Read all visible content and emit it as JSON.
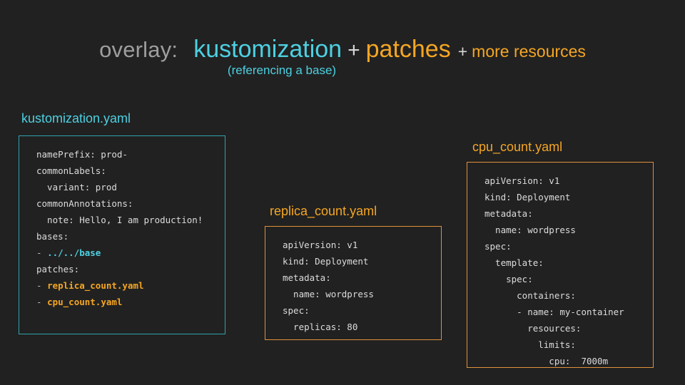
{
  "slide": {
    "background_color": "#212121",
    "accent_cyan": "#4dd0e1",
    "accent_orange": "#f5a623",
    "text_gray": "#9e9e9e",
    "code_text": "#dcdcdc"
  },
  "heading": {
    "label_overlay": "overlay:",
    "term_kustomization": "kustomization",
    "plus_1": "+",
    "term_patches": "patches",
    "plus_2": "+",
    "term_more_resources": "more resources",
    "subtitle": "(referencing a base)"
  },
  "cards": [
    {
      "id": "kustomization",
      "title": "kustomization.yaml",
      "title_color": "#4dd0e1",
      "border_color": "#2fa3ad",
      "lines": [
        [
          {
            "text": "namePrefix: prod-",
            "style": "plain"
          }
        ],
        [
          {
            "text": "commonLabels:",
            "style": "plain"
          }
        ],
        [
          {
            "text": "  variant: prod",
            "style": "plain"
          }
        ],
        [
          {
            "text": "commonAnnotations:",
            "style": "plain"
          }
        ],
        [
          {
            "text": "  note: Hello, I am production!",
            "style": "plain"
          }
        ],
        [
          {
            "text": "bases:",
            "style": "plain"
          }
        ],
        [
          {
            "text": "- ",
            "style": "dash"
          },
          {
            "text": "../../base",
            "style": "cyanref"
          }
        ],
        [
          {
            "text": "patches:",
            "style": "plain"
          }
        ],
        [
          {
            "text": "- ",
            "style": "dash"
          },
          {
            "text": "replica_count.yaml",
            "style": "orgref"
          }
        ],
        [
          {
            "text": "- ",
            "style": "dash"
          },
          {
            "text": "cpu_count.yaml",
            "style": "orgref"
          }
        ]
      ]
    },
    {
      "id": "replica",
      "title": "replica_count.yaml",
      "title_color": "#f5a623",
      "border_color": "#e0913a",
      "lines": [
        [
          {
            "text": "apiVersion: v1",
            "style": "plain"
          }
        ],
        [
          {
            "text": "kind: Deployment",
            "style": "plain"
          }
        ],
        [
          {
            "text": "metadata:",
            "style": "plain"
          }
        ],
        [
          {
            "text": "  name: wordpress",
            "style": "plain"
          }
        ],
        [
          {
            "text": "spec:",
            "style": "plain"
          }
        ],
        [
          {
            "text": "  replicas: 80",
            "style": "plain"
          }
        ]
      ]
    },
    {
      "id": "cpu",
      "title": "cpu_count.yaml",
      "title_color": "#f5a623",
      "border_color": "#e0913a",
      "lines": [
        [
          {
            "text": "apiVersion: v1",
            "style": "plain"
          }
        ],
        [
          {
            "text": "kind: Deployment",
            "style": "plain"
          }
        ],
        [
          {
            "text": "metadata:",
            "style": "plain"
          }
        ],
        [
          {
            "text": "  name: wordpress",
            "style": "plain"
          }
        ],
        [
          {
            "text": "spec:",
            "style": "plain"
          }
        ],
        [
          {
            "text": "  template:",
            "style": "plain"
          }
        ],
        [
          {
            "text": "    spec:",
            "style": "plain"
          }
        ],
        [
          {
            "text": "      containers:",
            "style": "plain"
          }
        ],
        [
          {
            "text": "      - name: my-container",
            "style": "plain"
          }
        ],
        [
          {
            "text": "        resources:",
            "style": "plain"
          }
        ],
        [
          {
            "text": "          limits:",
            "style": "plain"
          }
        ],
        [
          {
            "text": "            cpu:  7000m",
            "style": "plain"
          }
        ]
      ]
    }
  ]
}
